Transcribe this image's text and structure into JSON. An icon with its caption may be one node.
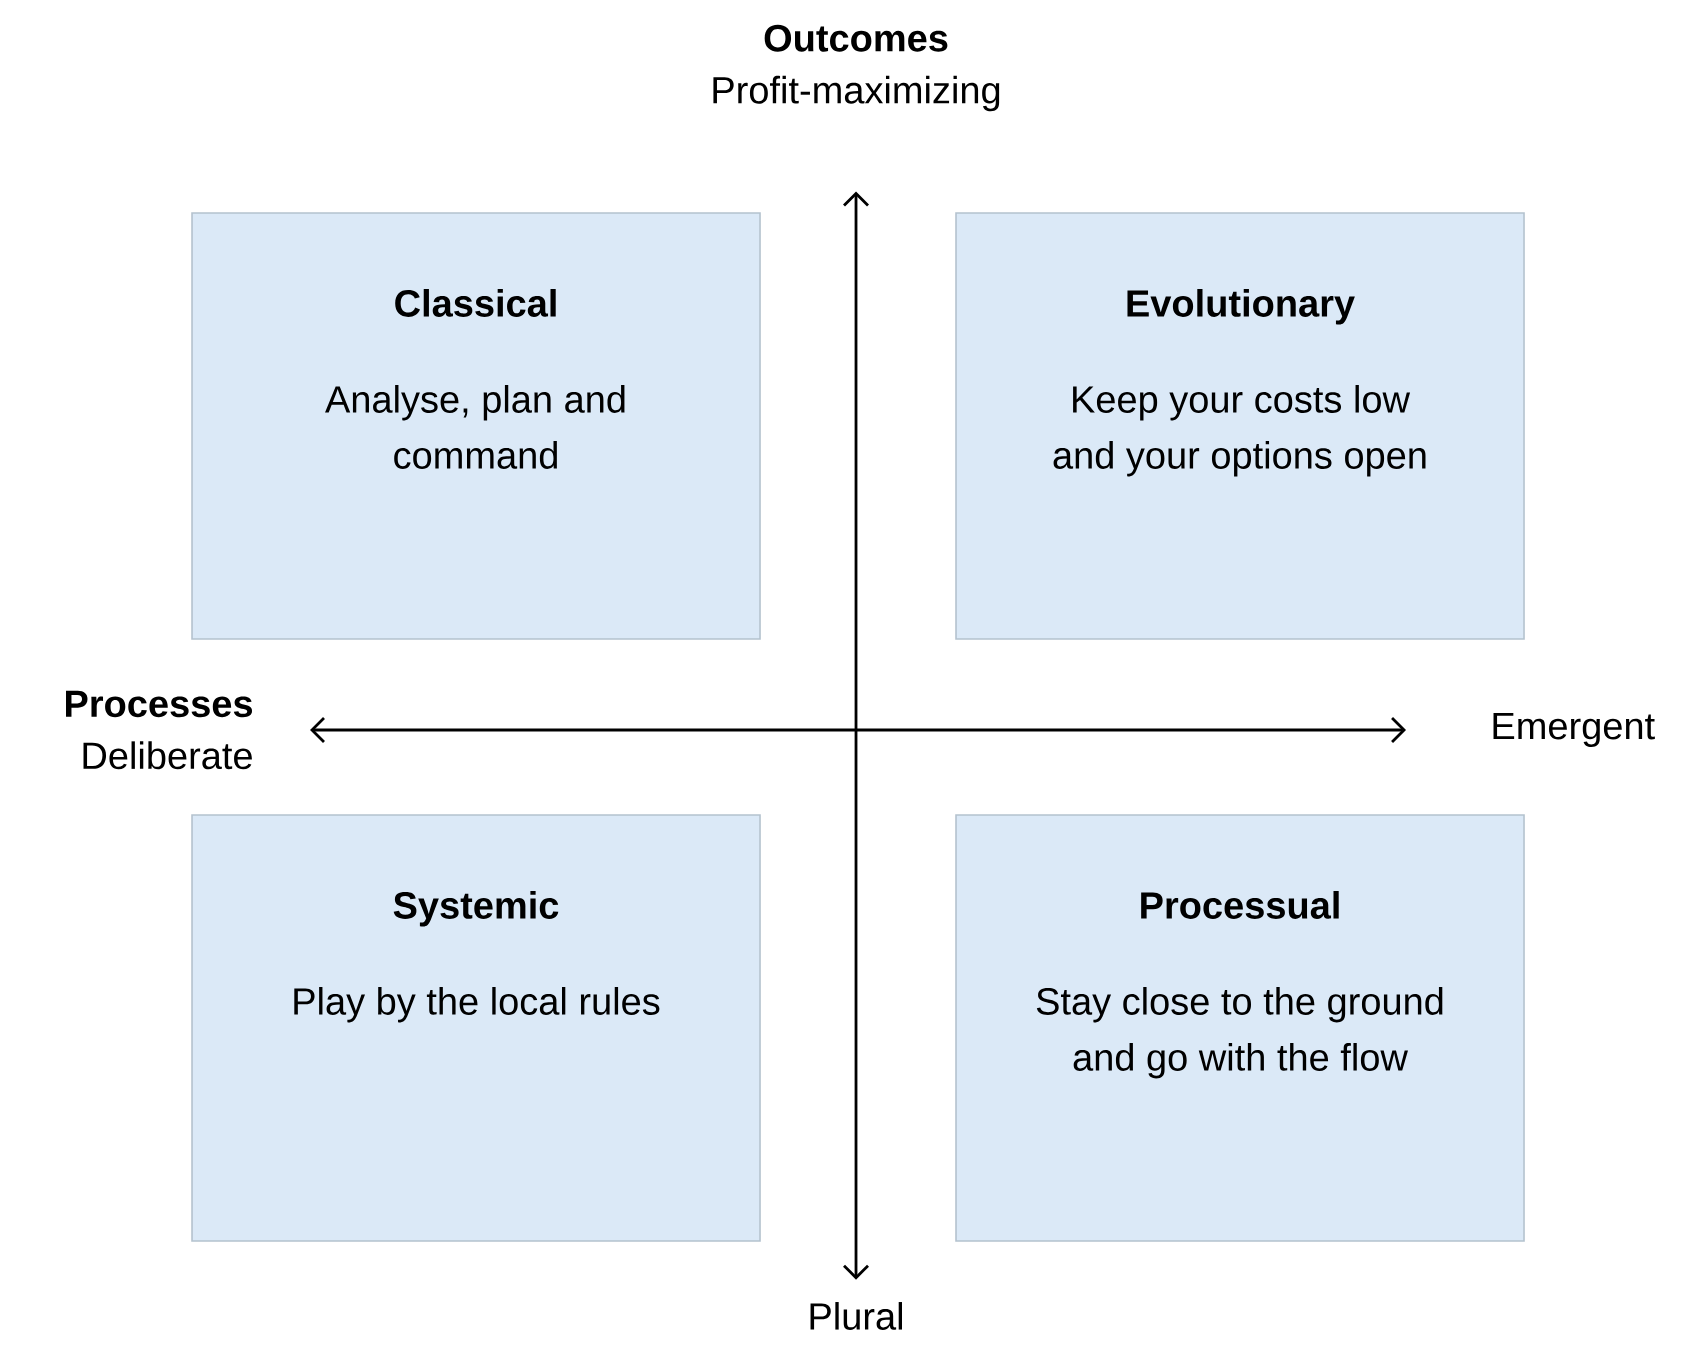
{
  "diagram": {
    "nodes": [
      {
        "text": [
          "Outcomes",
          "Profit-maximizing"
        ]
      },
      {
        "text": [
          "Classical",
          "Analyse, plan and command"
        ]
      },
      {
        "text": [
          "Evolutionary",
          "Keep your costs low and your options open"
        ]
      },
      {
        "text": [
          "Processes",
          "Deliberate"
        ]
      },
      {
        "text": [
          "Emergent"
        ]
      },
      {
        "text": [
          "Systemic",
          "Play by the local rules"
        ]
      },
      {
        "text": [
          "Processual",
          "Stay close to the ground and go with the flow"
        ]
      },
      {
        "text": [
          "Plural"
        ]
      }
    ],
    "edges": [
      {
        "from": 0,
        "to": 7,
        "arrow": "both"
      },
      {
        "from": 3,
        "to": 4,
        "arrow": "both"
      }
    ]
  }
}
